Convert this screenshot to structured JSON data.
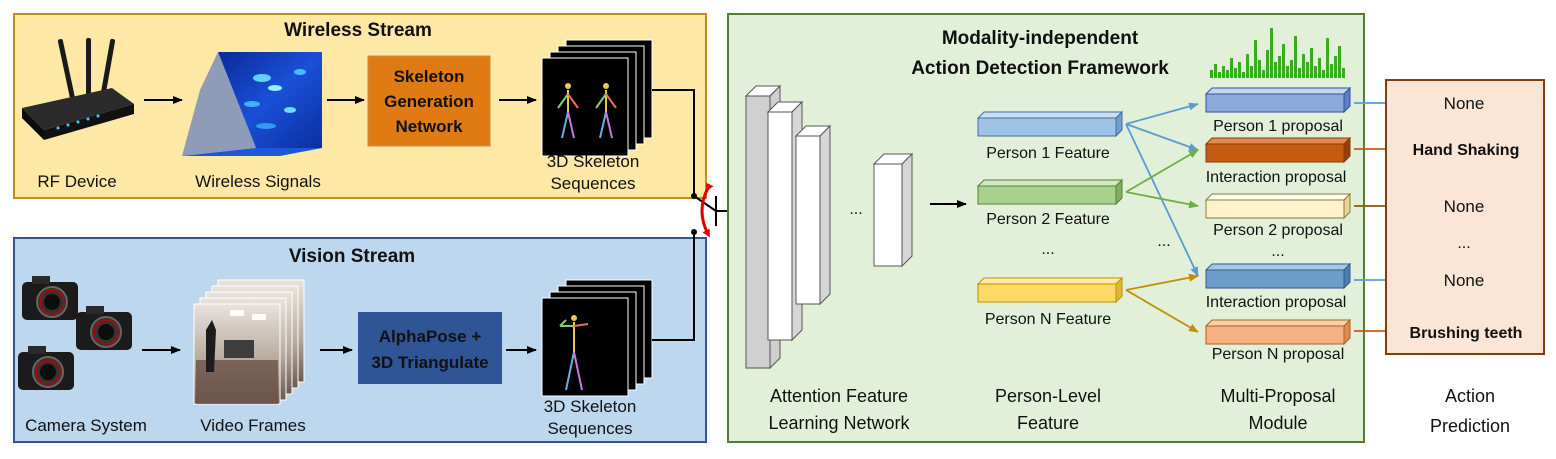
{
  "wireless_stream": {
    "title": "Wireless Stream",
    "rf_device_label": "RF Device",
    "wireless_signals_label": "Wireless Signals",
    "network_label_1": "Skeleton",
    "network_label_2": "Generation",
    "network_label_3": "Network",
    "skeleton_label_1": "3D Skeleton",
    "skeleton_label_2": "Sequences"
  },
  "vision_stream": {
    "title": "Vision Stream",
    "camera_label": "Camera System",
    "video_label": "Video Frames",
    "alphapose_label_1": "AlphaPose +",
    "alphapose_label_2": "3D Triangulate",
    "skeleton_label_1": "3D Skeleton",
    "skeleton_label_2": "Sequences"
  },
  "framework": {
    "title_1": "Modality-independent",
    "title_2": "Action Detection Framework",
    "attention_label_1": "Attention Feature",
    "attention_label_2": "Learning Network",
    "attention_ellipsis": "...",
    "person_level_label_1": "Person-Level",
    "person_level_label_2": "Feature",
    "features": [
      "Person 1 Feature",
      "Person 2 Feature",
      "Person N Feature"
    ],
    "features_ellipsis": "...",
    "middle_ellipsis": "...",
    "multi_proposal_label_1": "Multi-Proposal",
    "multi_proposal_label_2": "Module",
    "proposals": [
      "Person 1 proposal",
      "Interaction proposal",
      "Person 2 proposal",
      "Interaction proposal",
      "Person N proposal"
    ],
    "proposals_ellipsis": "...",
    "colors": {
      "person1": "#8eaadb",
      "interaction1": "#c55a11",
      "person2": "#fff2cc",
      "interaction2": "#6d9eca",
      "personN": "#f4b183",
      "feature1": "#9dc3e6",
      "feature2": "#a9d18e",
      "featureN": "#ffd966"
    }
  },
  "predictions": {
    "items": [
      "None",
      "Hand Shaking",
      "None",
      "None",
      "Brushing teeth"
    ],
    "ellipsis": "...",
    "label_1": "Action",
    "label_2": "Prediction"
  },
  "colors": {
    "wireless_bg": "#fde8a5",
    "wireless_border": "#c38c1c",
    "vision_bg": "#bdd7ee",
    "vision_border": "#2f5597",
    "framework_bg": "#e2f0d9",
    "framework_border": "#507e32",
    "network_box": "#e07b14",
    "alphapose_box": "#2f5597",
    "prediction_bg": "#fbe5d6",
    "prediction_border": "#843c0c"
  }
}
